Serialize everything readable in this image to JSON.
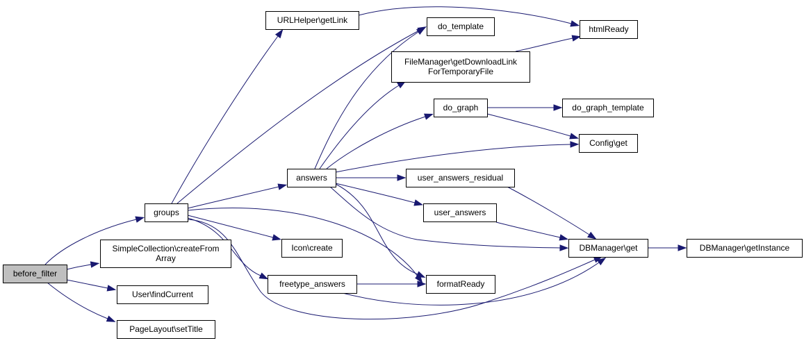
{
  "diagram": {
    "type": "call-graph",
    "colors": {
      "edge": "#191970",
      "node_fill": "#ffffff",
      "root_fill": "#bfbfbf",
      "border": "#000000"
    },
    "nodes": [
      {
        "id": "before_filter",
        "lines": [
          "before_filter"
        ],
        "root": true
      },
      {
        "id": "groups",
        "lines": [
          "groups"
        ]
      },
      {
        "id": "simplecollection",
        "lines": [
          "SimpleCollection\\createFrom",
          "Array"
        ]
      },
      {
        "id": "user_findcurrent",
        "lines": [
          "User\\findCurrent"
        ]
      },
      {
        "id": "pagelayout_settitle",
        "lines": [
          "PageLayout\\setTitle"
        ]
      },
      {
        "id": "urlhelper_getlink",
        "lines": [
          "URLHelper\\getLink"
        ]
      },
      {
        "id": "answers",
        "lines": [
          "answers"
        ]
      },
      {
        "id": "icon_create",
        "lines": [
          "Icon\\create"
        ]
      },
      {
        "id": "freetype_answers",
        "lines": [
          "freetype_answers"
        ]
      },
      {
        "id": "formatready",
        "lines": [
          "formatReady"
        ]
      },
      {
        "id": "do_template",
        "lines": [
          "do_template"
        ]
      },
      {
        "id": "filemanager_getdownloadlink",
        "lines": [
          "FileManager\\getDownloadLink",
          "ForTemporaryFile"
        ]
      },
      {
        "id": "do_graph",
        "lines": [
          "do_graph"
        ]
      },
      {
        "id": "user_answers_residual",
        "lines": [
          "user_answers_residual"
        ]
      },
      {
        "id": "user_answers",
        "lines": [
          "user_answers"
        ]
      },
      {
        "id": "htmlready",
        "lines": [
          "htmlReady"
        ]
      },
      {
        "id": "do_graph_template",
        "lines": [
          "do_graph_template"
        ]
      },
      {
        "id": "config_get",
        "lines": [
          "Config\\get"
        ]
      },
      {
        "id": "dbmanager_get",
        "lines": [
          "DBManager\\get"
        ]
      },
      {
        "id": "dbmanager_getinstance",
        "lines": [
          "DBManager\\getInstance"
        ]
      }
    ],
    "edges": [
      {
        "from": "before_filter",
        "to": "groups"
      },
      {
        "from": "before_filter",
        "to": "simplecollection"
      },
      {
        "from": "before_filter",
        "to": "user_findcurrent"
      },
      {
        "from": "before_filter",
        "to": "pagelayout_settitle"
      },
      {
        "from": "groups",
        "to": "urlhelper_getlink"
      },
      {
        "from": "groups",
        "to": "do_template"
      },
      {
        "from": "groups",
        "to": "answers"
      },
      {
        "from": "groups",
        "to": "icon_create"
      },
      {
        "from": "groups",
        "to": "freetype_answers"
      },
      {
        "from": "groups",
        "to": "formatready"
      },
      {
        "from": "groups",
        "to": "dbmanager_get"
      },
      {
        "from": "urlhelper_getlink",
        "to": "htmlready"
      },
      {
        "from": "answers",
        "to": "do_template"
      },
      {
        "from": "answers",
        "to": "filemanager_getdownloadlink"
      },
      {
        "from": "answers",
        "to": "do_graph"
      },
      {
        "from": "answers",
        "to": "config_get"
      },
      {
        "from": "answers",
        "to": "user_answers_residual"
      },
      {
        "from": "answers",
        "to": "user_answers"
      },
      {
        "from": "answers",
        "to": "dbmanager_get"
      },
      {
        "from": "answers",
        "to": "formatready"
      },
      {
        "from": "filemanager_getdownloadlink",
        "to": "htmlready"
      },
      {
        "from": "do_graph",
        "to": "do_graph_template"
      },
      {
        "from": "do_graph",
        "to": "config_get"
      },
      {
        "from": "user_answers_residual",
        "to": "dbmanager_get"
      },
      {
        "from": "user_answers",
        "to": "dbmanager_get"
      },
      {
        "from": "freetype_answers",
        "to": "formatready"
      },
      {
        "from": "freetype_answers",
        "to": "dbmanager_get"
      },
      {
        "from": "dbmanager_get",
        "to": "dbmanager_getinstance"
      }
    ]
  }
}
